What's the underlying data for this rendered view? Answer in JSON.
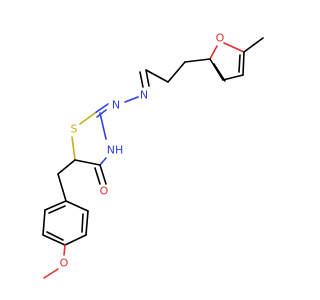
{
  "molecule": {
    "atoms": {
      "furan_o": {
        "text": "O",
        "color": "#e52e2e"
      },
      "hydrazone_n1": {
        "text": "N",
        "color": "#2f3fe3"
      },
      "hydrazone_n2": {
        "text": "N",
        "color": "#2f3fe3"
      },
      "ring_s": {
        "text": "S",
        "color": "#c2b01a"
      },
      "ring_nh": {
        "text": "NH",
        "color": "#2f3fe3"
      },
      "carbonyl_o": {
        "text": "O",
        "color": "#e52e2e"
      },
      "methoxy_o": {
        "text": "O",
        "color": "#e52e2e"
      }
    },
    "bond_color": "#000000"
  }
}
